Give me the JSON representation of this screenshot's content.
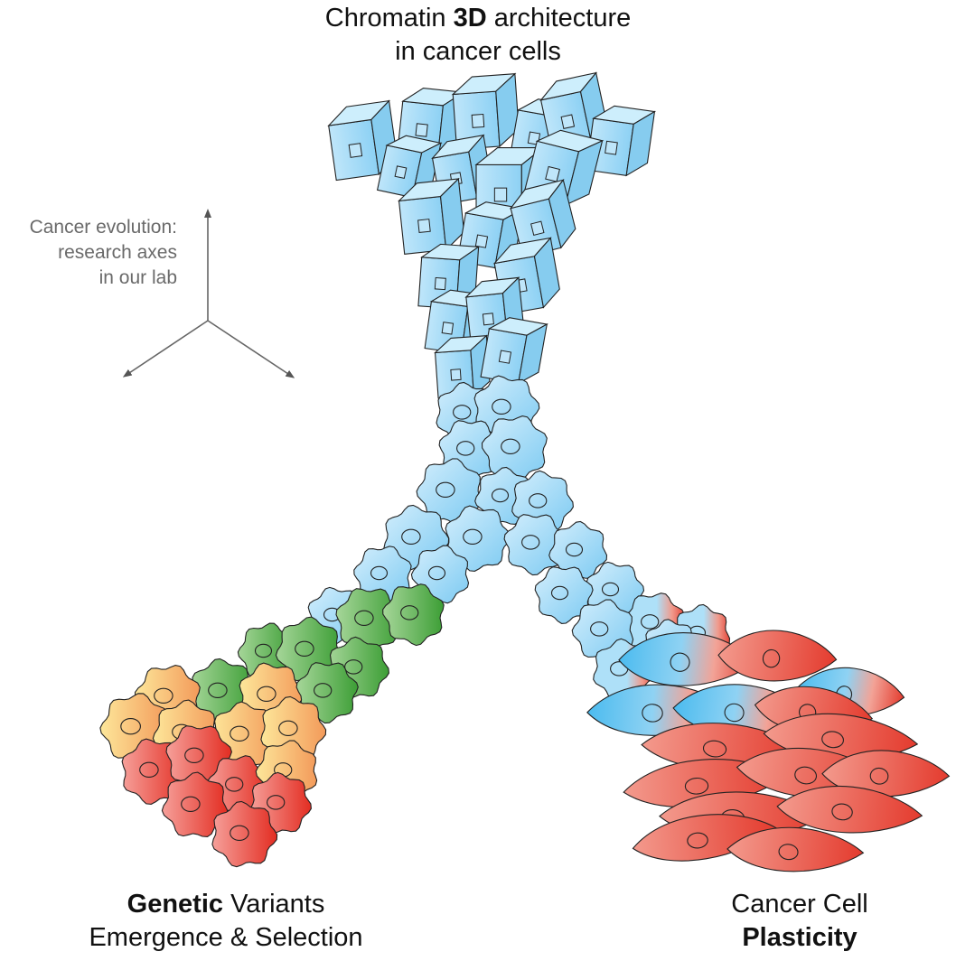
{
  "title": {
    "line1_pre": "Chromatin ",
    "line1_bold": "3D",
    "line1_post": " architecture",
    "line2": "in cancer cells"
  },
  "axes_caption": {
    "line1": "Cancer evolution:",
    "line2": "research axes",
    "line3": "in our lab"
  },
  "branch_genetic": {
    "line1_bold": "Genetic",
    "line1_post": " Variants",
    "line2": "Emergence & Selection"
  },
  "branch_plasticity": {
    "line1": "Cancer Cell",
    "line2_bold": "Plasticity"
  },
  "colors": {
    "cell_blue": "#9fd7f5",
    "cell_blue_dark": "#5cc0f0",
    "cell_green": "#58b54a",
    "cell_orange": "#f6b36a",
    "cell_yellow": "#fbe08a",
    "cell_red": "#e8392b",
    "axes_gray": "#555555"
  },
  "icons": [
    "cuboidal-cell-icon",
    "amoeboid-cell-icon",
    "spindle-cell-icon",
    "axes-arrow-icon"
  ]
}
